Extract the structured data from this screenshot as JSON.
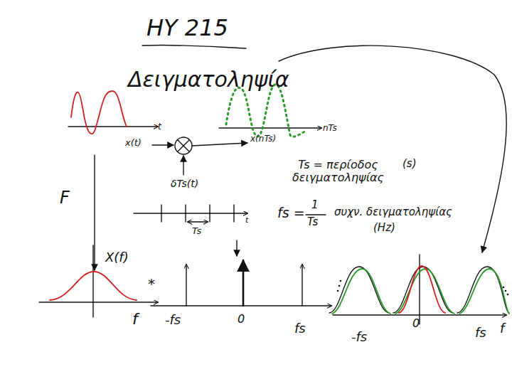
{
  "diagram": {
    "title": "ΗΥ 215",
    "labels": [
      "Δειγματοληψία",
      "t",
      "nTs",
      "x(t)",
      "x(nTs)",
      "Ts = περίοδος δειγματοληψίας",
      "(s)",
      "δTs(t)",
      "fs =",
      "1",
      "Ts",
      "συχν. δειγματοληψίας",
      "(Hz)",
      "F",
      "t",
      "Ts",
      "X(f)",
      "*",
      "f",
      "-fs",
      "0",
      "fs",
      "-fs",
      "0",
      "fs",
      "f"
    ]
  }
}
